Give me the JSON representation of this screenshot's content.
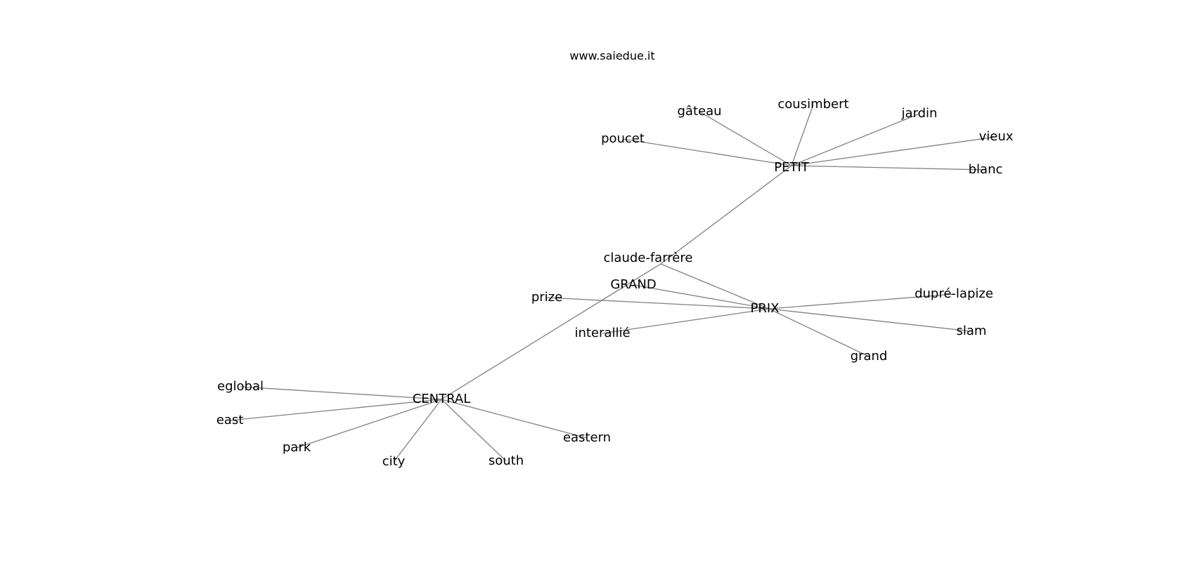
{
  "title": "www.saiedue.it",
  "graph": {
    "nodes": [
      {
        "id": "PETIT",
        "label": "PETIT"
      },
      {
        "id": "poucet",
        "label": "poucet"
      },
      {
        "id": "gateau",
        "label": "gâteau"
      },
      {
        "id": "cousimbert",
        "label": "cousimbert"
      },
      {
        "id": "jardin",
        "label": "jardin"
      },
      {
        "id": "vieux",
        "label": "vieux"
      },
      {
        "id": "blanc",
        "label": "blanc"
      },
      {
        "id": "claude-farrere",
        "label": "claude-farrère"
      },
      {
        "id": "GRAND",
        "label": "GRAND"
      },
      {
        "id": "prize",
        "label": "prize"
      },
      {
        "id": "interallie",
        "label": "interallié"
      },
      {
        "id": "PRIX",
        "label": "PRIX"
      },
      {
        "id": "dupre-lapize",
        "label": "dupré-lapize"
      },
      {
        "id": "slam",
        "label": "slam"
      },
      {
        "id": "grand",
        "label": "grand"
      },
      {
        "id": "CENTRAL",
        "label": "CENTRAL"
      },
      {
        "id": "eglobal",
        "label": "eglobal"
      },
      {
        "id": "east",
        "label": "east"
      },
      {
        "id": "park",
        "label": "park"
      },
      {
        "id": "city",
        "label": "city"
      },
      {
        "id": "south",
        "label": "south"
      },
      {
        "id": "eastern",
        "label": "eastern"
      }
    ],
    "edges": [
      [
        "PETIT",
        "poucet"
      ],
      [
        "PETIT",
        "gateau"
      ],
      [
        "PETIT",
        "cousimbert"
      ],
      [
        "PETIT",
        "jardin"
      ],
      [
        "PETIT",
        "vieux"
      ],
      [
        "PETIT",
        "blanc"
      ],
      [
        "PETIT",
        "claude-farrere"
      ],
      [
        "PRIX",
        "claude-farrere"
      ],
      [
        "PRIX",
        "GRAND"
      ],
      [
        "PRIX",
        "prize"
      ],
      [
        "PRIX",
        "interallie"
      ],
      [
        "PRIX",
        "dupre-lapize"
      ],
      [
        "PRIX",
        "slam"
      ],
      [
        "PRIX",
        "grand"
      ],
      [
        "CENTRAL",
        "claude-farrere"
      ],
      [
        "CENTRAL",
        "eglobal"
      ],
      [
        "CENTRAL",
        "east"
      ],
      [
        "CENTRAL",
        "park"
      ],
      [
        "CENTRAL",
        "city"
      ],
      [
        "CENTRAL",
        "south"
      ],
      [
        "CENTRAL",
        "eastern"
      ]
    ]
  }
}
